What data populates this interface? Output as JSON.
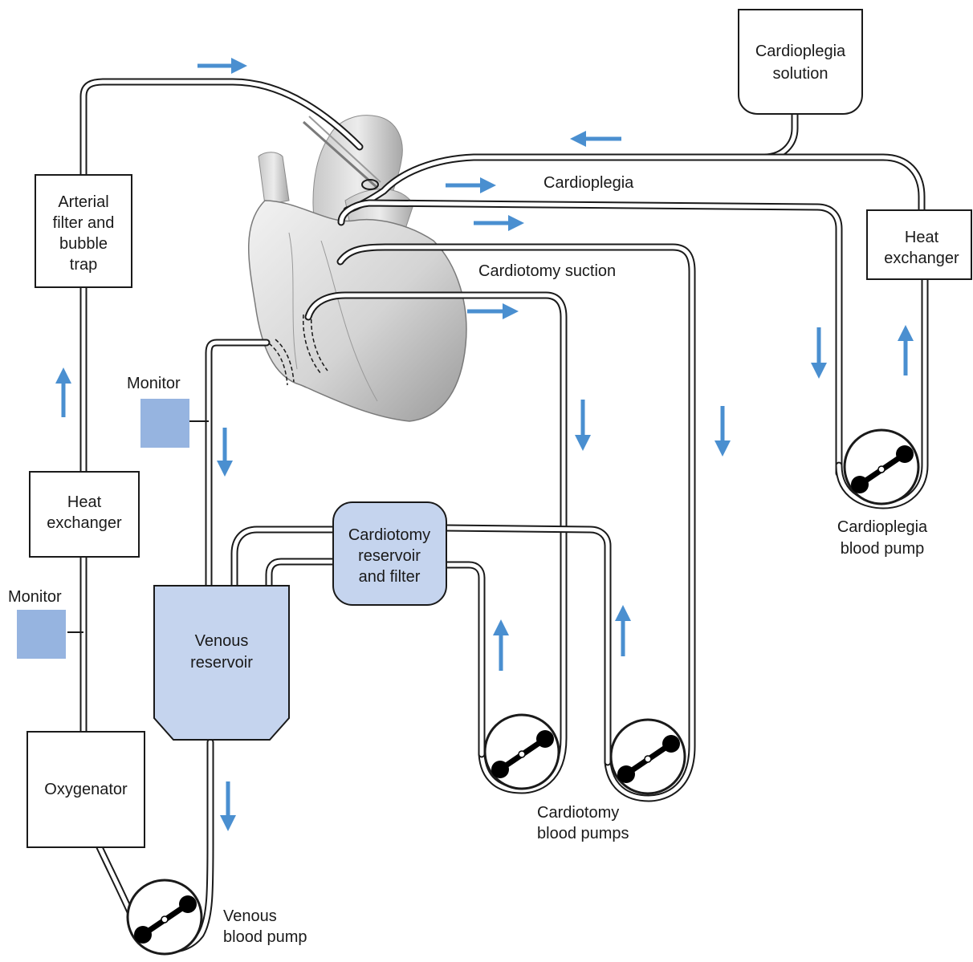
{
  "labels": {
    "cardioplegia_solution": [
      "Cardioplegia",
      "solution"
    ],
    "cardioplegia": "Cardioplegia",
    "cardiotomy_suction": "Cardiotomy suction",
    "arterial_filter": [
      "Arterial",
      "filter and",
      "bubble",
      "trap"
    ],
    "heat_exchanger_left": [
      "Heat",
      "exchanger"
    ],
    "heat_exchanger_right": [
      "Heat",
      "exchanger"
    ],
    "monitor_upper": "Monitor",
    "monitor_lower": "Monitor",
    "oxygenator": "Oxygenator",
    "venous_reservoir": [
      "Venous",
      "reservoir"
    ],
    "cardiotomy_reservoir": [
      "Cardiotomy",
      "reservoir",
      "and filter"
    ],
    "cardioplegia_pump": [
      "Cardioplegia",
      "blood pump"
    ],
    "cardiotomy_pumps": [
      "Cardiotomy",
      "blood pumps"
    ],
    "venous_pump": [
      "Venous",
      "blood pump"
    ]
  },
  "colors": {
    "flow_arrow": "#4a8fd0",
    "reservoir_fill": "#c5d4ee",
    "monitor_fill": "#96b4e0"
  }
}
